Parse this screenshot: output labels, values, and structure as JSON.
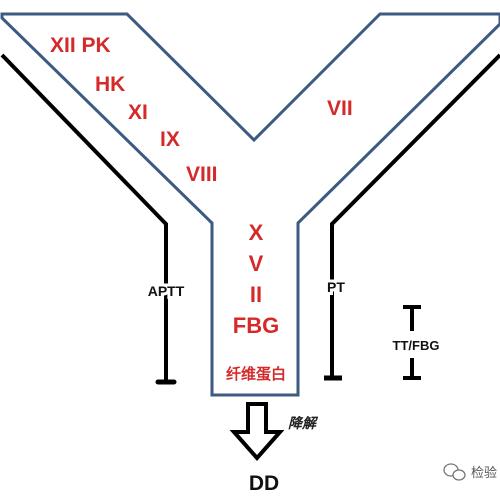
{
  "left_arm_factors": [
    "XII PK",
    "HK",
    "XI",
    "IX",
    "VIII"
  ],
  "right_arm_factors": [
    "VII"
  ],
  "stem_factors": [
    "X",
    "V",
    "II",
    "FBG"
  ],
  "stem_product": "纤维蛋白",
  "tests": {
    "left": "APTT",
    "right": "PT",
    "side": "TT/FBG"
  },
  "arrow_label": "降解",
  "degradation_product": "DD",
  "watermark_text": "检验",
  "colors": {
    "outline": "#3c5a82",
    "factor_text": "#d42a2a",
    "bars": "#000000"
  },
  "icons": {
    "arrow": "down-arrow-icon",
    "wechat": "wechat-icon"
  }
}
